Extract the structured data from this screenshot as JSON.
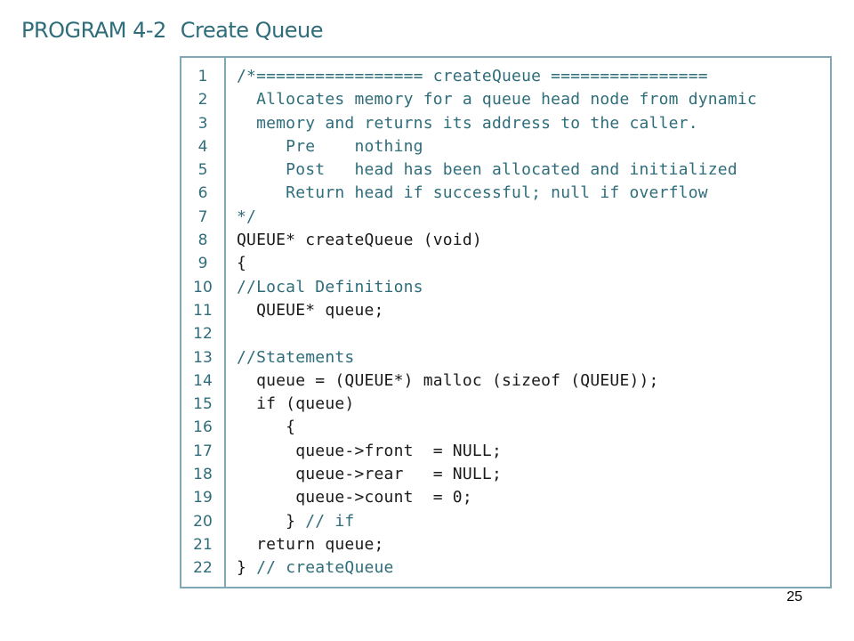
{
  "heading": {
    "label": "PROGRAM 4-2",
    "title": "Create Queue"
  },
  "colors": {
    "accent": "#2f6d7a",
    "border": "#7fa8b4",
    "code": "#1a1a1a"
  },
  "code": {
    "lines": [
      {
        "n": "1",
        "text": "/*================= createQueue ================",
        "kind": "comment"
      },
      {
        "n": "2",
        "text": "  Allocates memory for a queue head node from dynamic",
        "kind": "comment"
      },
      {
        "n": "3",
        "text": "  memory and returns its address to the caller.",
        "kind": "comment"
      },
      {
        "n": "4",
        "text": "     Pre    nothing",
        "kind": "comment"
      },
      {
        "n": "5",
        "text": "     Post   head has been allocated and initialized",
        "kind": "comment"
      },
      {
        "n": "6",
        "text": "     Return head if successful; null if overflow",
        "kind": "comment"
      },
      {
        "n": "7",
        "text": "*/",
        "kind": "comment"
      },
      {
        "n": "8",
        "text": "QUEUE* createQueue (void)",
        "kind": "code"
      },
      {
        "n": "9",
        "text": "{",
        "kind": "code"
      },
      {
        "n": "10",
        "text": "//Local Definitions",
        "kind": "comment"
      },
      {
        "n": "11",
        "text": "  QUEUE* queue;",
        "kind": "code"
      },
      {
        "n": "12",
        "text": "",
        "kind": "code"
      },
      {
        "n": "13",
        "text": "//Statements",
        "kind": "comment"
      },
      {
        "n": "14",
        "text": "  queue = (QUEUE*) malloc (sizeof (QUEUE));",
        "kind": "code"
      },
      {
        "n": "15",
        "text": "  if (queue)",
        "kind": "code"
      },
      {
        "n": "16",
        "text": "     {",
        "kind": "code"
      },
      {
        "n": "17",
        "text": "      queue->front  = NULL;",
        "kind": "code"
      },
      {
        "n": "18",
        "text": "      queue->rear   = NULL;",
        "kind": "code"
      },
      {
        "n": "19",
        "text": "      queue->count  = 0;",
        "kind": "code"
      },
      {
        "n": "20",
        "text": "     } ",
        "kind": "code",
        "trail": "// if"
      },
      {
        "n": "21",
        "text": "  return queue;",
        "kind": "code"
      },
      {
        "n": "22",
        "text": "} ",
        "kind": "code",
        "trail": "// createQueue"
      }
    ]
  },
  "slide_number": "25"
}
